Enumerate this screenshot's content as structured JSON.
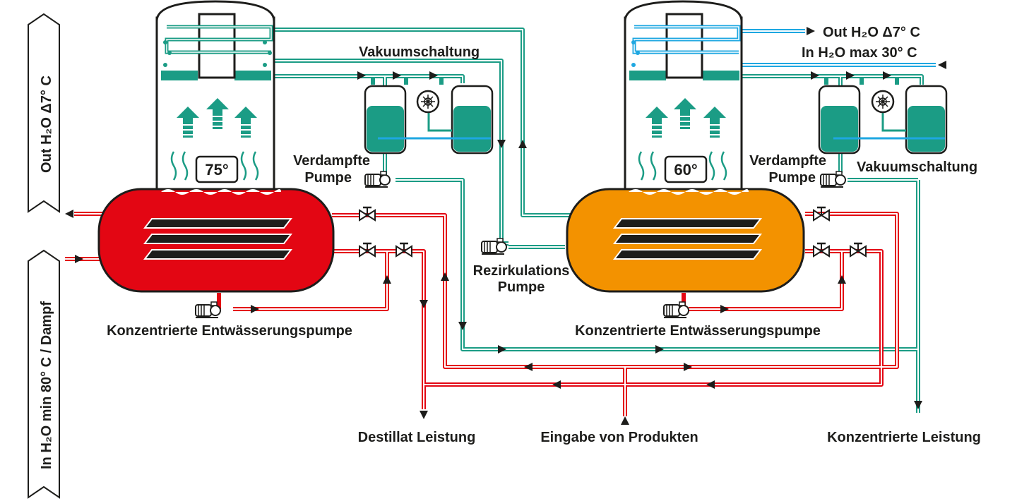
{
  "banners": {
    "top": "Out H₂O Δ7° C",
    "bottom": "In H₂O min 80° C / Dampf"
  },
  "evaporators": [
    {
      "temperature": "75°",
      "body_color": "#e30613"
    },
    {
      "temperature": "60°",
      "body_color": "#f39200"
    }
  ],
  "labels": {
    "vakuum_left": "Vakuumschaltung",
    "vakuum_right": "Vakuumschaltung",
    "verdampfte_left_1": "Verdampfte",
    "verdampfte_left_2": "Pumpe",
    "verdampfte_right_1": "Verdampfte",
    "verdampfte_right_2": "Pumpe",
    "rezirk_1": "Rezirkulations",
    "rezirk_2": "Pumpe",
    "konz_pump_left": "Konzentrierte Entwässerungspumpe",
    "konz_pump_right": "Konzentrierte Entwässerungspumpe",
    "destillat": "Destillat Leistung",
    "eingabe": "Eingabe von Produkten",
    "konz_leistung": "Konzentrierte Leistung",
    "cooling_out": "Out H₂O Δ7° C",
    "cooling_in": "In H₂O max 30° C"
  },
  "colors": {
    "teal": "#1b9c85",
    "red": "#e30613",
    "orange": "#f39200",
    "cold_blue": "#1ea7e1",
    "dark": "#1d1d1b"
  },
  "icons": [
    "pump-icon",
    "valve-icon",
    "vacuum-pump-icon",
    "vapor-arrow-icon",
    "flow-arrow-icon"
  ]
}
